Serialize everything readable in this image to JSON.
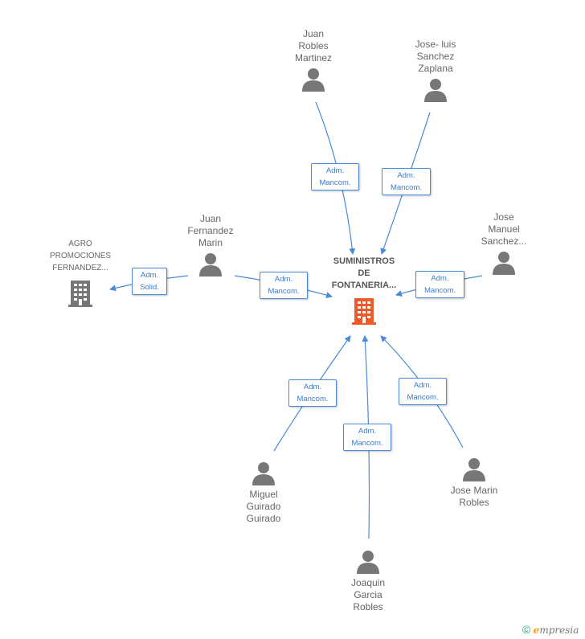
{
  "center": {
    "label": "SUMINISTROS\nDE\nFONTANERIA...",
    "color": "#f05a28"
  },
  "nodes": {
    "juan_robles": {
      "label": "Juan\nRobles\nMartinez"
    },
    "jose_luis": {
      "label": "Jose- luis\nSanchez\nZaplana"
    },
    "juan_fernandez": {
      "label": "Juan\nFernandez\nMarin"
    },
    "jose_manuel": {
      "label": "Jose\nManuel\nSanchez..."
    },
    "agro": {
      "label": "AGRO\nPROMOCIONES\nFERNANDEZ..."
    },
    "miguel": {
      "label": "Miguel\nGuirado\nGuirado"
    },
    "joaquin": {
      "label": "Joaquin\nGarcia\nRobles"
    },
    "jose_marin": {
      "label": "Jose Marin\nRobles"
    }
  },
  "edges": {
    "e1": "Adm.\nMancom.",
    "e2": "Adm.\nMancom.",
    "e3": "Adm.\nMancom.",
    "e4": "Adm.\nMancom.",
    "e5": "Adm.\nSolid.",
    "e6": "Adm.\nMancom.",
    "e7": "Adm.\nMancom.",
    "e8": "Adm.\nMancom."
  },
  "colors": {
    "edge": "#4a8ad8",
    "person": "#777777",
    "company": "#777777"
  },
  "footer": {
    "copyright": "©",
    "brand_initial": "e",
    "brand_rest": "mpresia"
  }
}
